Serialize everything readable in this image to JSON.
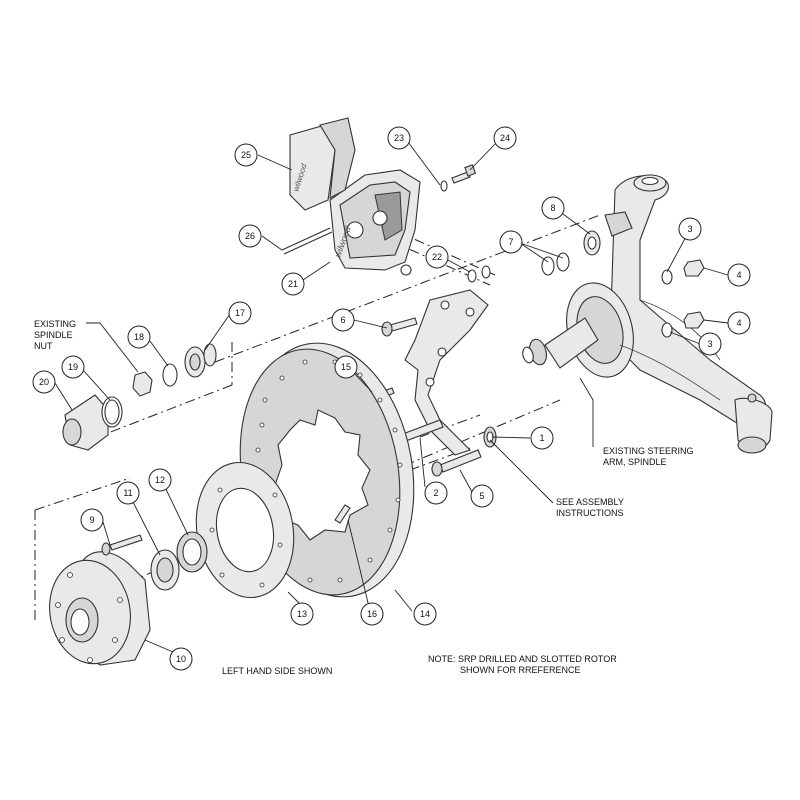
{
  "callouts": [
    {
      "id": "c1",
      "label": "1"
    },
    {
      "id": "c2",
      "label": "2"
    },
    {
      "id": "c3a",
      "label": "3"
    },
    {
      "id": "c3b",
      "label": "3"
    },
    {
      "id": "c4a",
      "label": "4"
    },
    {
      "id": "c4b",
      "label": "4"
    },
    {
      "id": "c5",
      "label": "5"
    },
    {
      "id": "c6",
      "label": "6"
    },
    {
      "id": "c7",
      "label": "7"
    },
    {
      "id": "c8",
      "label": "8"
    },
    {
      "id": "c9",
      "label": "9"
    },
    {
      "id": "c10",
      "label": "10"
    },
    {
      "id": "c11",
      "label": "11"
    },
    {
      "id": "c12",
      "label": "12"
    },
    {
      "id": "c13",
      "label": "13"
    },
    {
      "id": "c14",
      "label": "14"
    },
    {
      "id": "c15",
      "label": "15"
    },
    {
      "id": "c16",
      "label": "16"
    },
    {
      "id": "c17",
      "label": "17"
    },
    {
      "id": "c18",
      "label": "18"
    },
    {
      "id": "c19",
      "label": "19"
    },
    {
      "id": "c20",
      "label": "20"
    },
    {
      "id": "c21",
      "label": "21"
    },
    {
      "id": "c22",
      "label": "22"
    },
    {
      "id": "c23",
      "label": "23"
    },
    {
      "id": "c24",
      "label": "24"
    },
    {
      "id": "c25",
      "label": "25"
    },
    {
      "id": "c26",
      "label": "26"
    }
  ],
  "notes": {
    "existing_spindle_nut": [
      "EXISTING",
      "SPINDLE",
      "NUT"
    ],
    "existing_steering": [
      "EXISTING STEERING",
      "ARM, SPINDLE"
    ],
    "see_assembly": [
      "SEE ASSEMBLY",
      "INSTRUCTIONS"
    ],
    "left_hand": "LEFT HAND SIDE SHOWN",
    "srp_note": [
      "NOTE: SRP DRILLED AND SLOTTED ROTOR",
      "SHOWN FOR RREFERENCE"
    ]
  },
  "logo_text": "wilwood"
}
